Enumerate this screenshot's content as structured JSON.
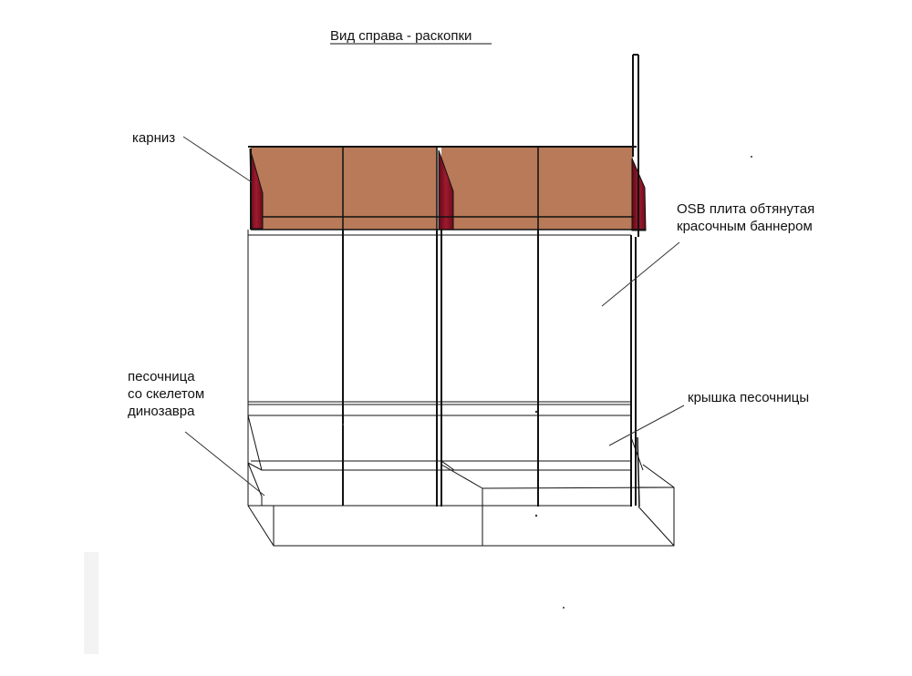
{
  "title": "Вид справа - раскопки",
  "labels": {
    "cornice": "карниз",
    "osb": [
      "OSB плита обтянутая",
      "красочным баннером"
    ],
    "sandbox": [
      "песочница",
      "со скелетом",
      "динозавра"
    ],
    "lid": "крышка песочницы"
  },
  "colors": {
    "cornice_panel": "#b87a58",
    "cornice_end": "#8b1326",
    "line": "#111111"
  }
}
